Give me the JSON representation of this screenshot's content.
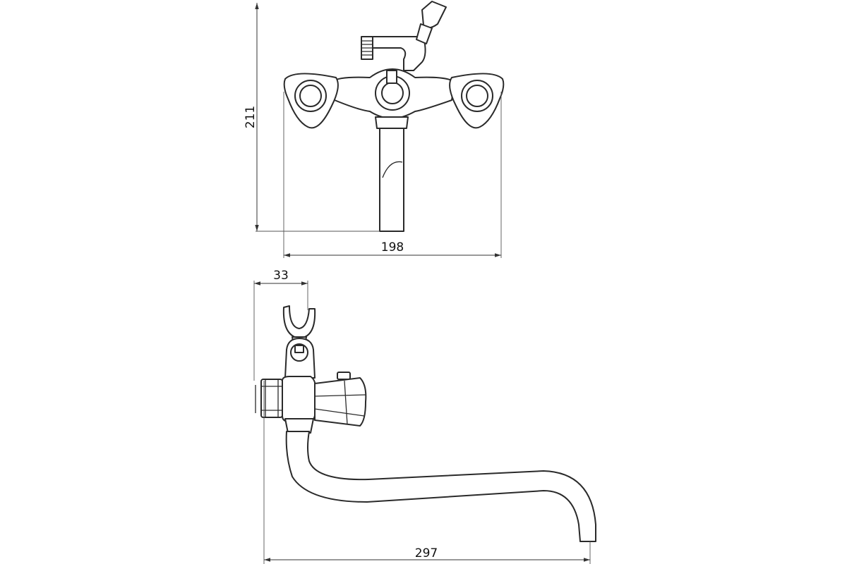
{
  "dimensions": {
    "height": "211",
    "width": "198",
    "spout_length": "297",
    "offset": "33"
  }
}
